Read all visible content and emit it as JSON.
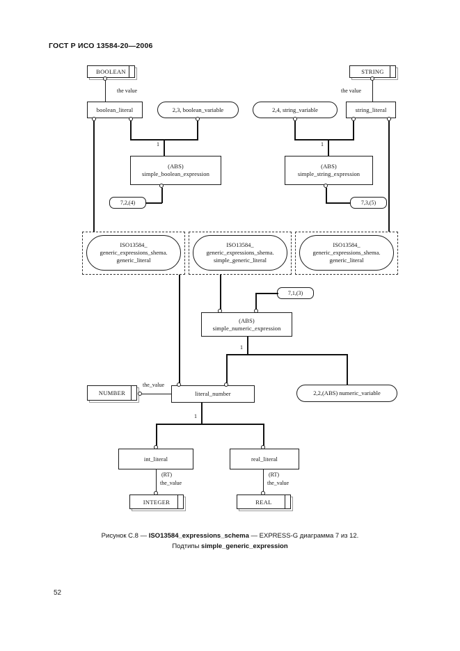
{
  "document": {
    "header": "ГОСТ Р ИСО 13584-20—2006",
    "page_number": "52"
  },
  "caption": {
    "line1_prefix": "Рисунок С.8 — ",
    "line1_bold": "ISO13584_expressions_schema",
    "line1_suffix": " — EXPRESS-G диаграмма 7 из 12.",
    "line2_prefix": "Подтипы ",
    "line2_bold": "simple_generic_expression"
  },
  "diagram": {
    "type": "EXPRESS-G",
    "defined_types": [
      {
        "name": "BOOLEAN"
      },
      {
        "name": "STRING"
      },
      {
        "name": "NUMBER"
      },
      {
        "name": "INTEGER"
      },
      {
        "name": "REAL"
      }
    ],
    "entities": [
      {
        "name": "boolean_literal"
      },
      {
        "name": "string_literal"
      },
      {
        "name": "literal_number"
      },
      {
        "name": "int_literal"
      },
      {
        "name": "real_literal"
      }
    ],
    "abstract_entities": [
      {
        "abs": "(ABS)",
        "name": "simple_boolean_expression"
      },
      {
        "abs": "(ABS)",
        "name": "simple_string_expression"
      },
      {
        "abs": "(ABS)",
        "name": "simple_numeric_expression"
      }
    ],
    "ovals": [
      {
        "name": "2,3, boolean_variable"
      },
      {
        "name": "2,4, string_variable"
      },
      {
        "name": "2,2,(ABS) numeric_variable"
      }
    ],
    "page_refs": [
      {
        "name": "7,2,(4)"
      },
      {
        "name": "7,3,(5)"
      },
      {
        "name": "7,1,(3)"
      }
    ],
    "schema_refs": [
      {
        "l1": "ISO13584_",
        "l2": "generic_expressions_shema.",
        "l3": "generic_literal"
      },
      {
        "l1": "ISO13584_",
        "l2": "generic_expressions_shema.",
        "l3": "simple_generic_literal"
      },
      {
        "l1": "ISO13584_",
        "l2": "generic_expressions_shema.",
        "l3": "generic_literal"
      }
    ],
    "edge_labels": [
      {
        "text": "the  value"
      },
      {
        "text": "the  value"
      },
      {
        "text": "the_value"
      },
      {
        "text": "1"
      },
      {
        "text": "1"
      },
      {
        "text": "1"
      },
      {
        "text": "1"
      },
      {
        "text": "(RT)"
      },
      {
        "text": "the_value"
      },
      {
        "text": "(RT)"
      },
      {
        "text": "the_value"
      }
    ]
  }
}
